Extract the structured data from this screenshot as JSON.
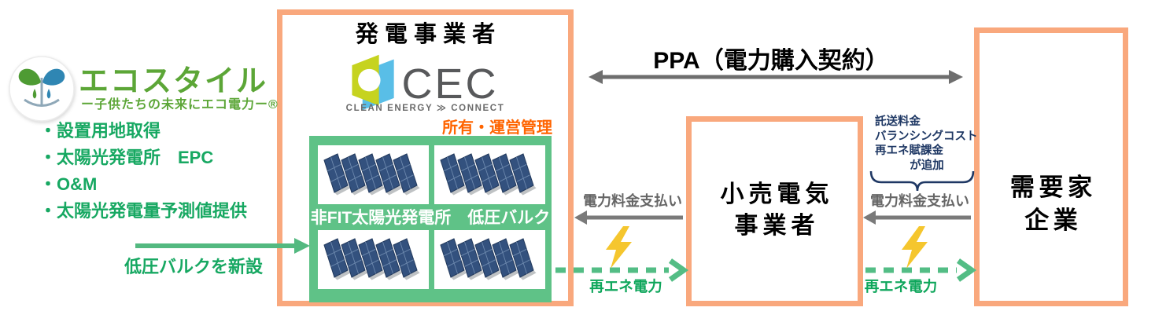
{
  "colors": {
    "box_border_orange": "#F9A87D",
    "panel_green": "#5FC287",
    "text_green": "#17A862",
    "logo_green": "#5CA637",
    "navy": "#1F3864",
    "role_orange": "#FF6400",
    "arrow_gray": "#6E6E6E",
    "lightning_yellow": "#F5C62E",
    "cec_blue": "#59BEE7",
    "cec_yellowgreen": "#C6D31F"
  },
  "ecostyle": {
    "brand": "エコスタイル",
    "tagline": "ー子供たちの未来にエコ電力ー®",
    "services": [
      "・設置用地取得",
      "・太陽光発電所　EPC",
      "・O&M",
      "・太陽光発電量予測値提供"
    ],
    "new_bulk_label": "低圧バルクを新設"
  },
  "generator_box": {
    "title": "発電事業者",
    "logo_text": "CEC",
    "logo_subtitle": "CLEAN ENERGY ≫ CONNECT",
    "role_label": "所有・運営管理",
    "plant_label": "非FIT太陽光発電所　低圧バルク"
  },
  "ppa": {
    "label": "PPA（電力購入契約）"
  },
  "retailer_box": {
    "line1": "小売電気",
    "line2": "事業者"
  },
  "consumer_box": {
    "line1": "需要家",
    "line2": "企業"
  },
  "fees": {
    "line1": "託送料金",
    "line2": "バランシングコスト",
    "line3": "再エネ賦課金",
    "line4": "が追加"
  },
  "payments": {
    "left_label": "電力料金支払い",
    "right_label": "電力料金支払い"
  },
  "power": {
    "left_label": "再エネ電力",
    "right_label": "再エネ電力"
  }
}
